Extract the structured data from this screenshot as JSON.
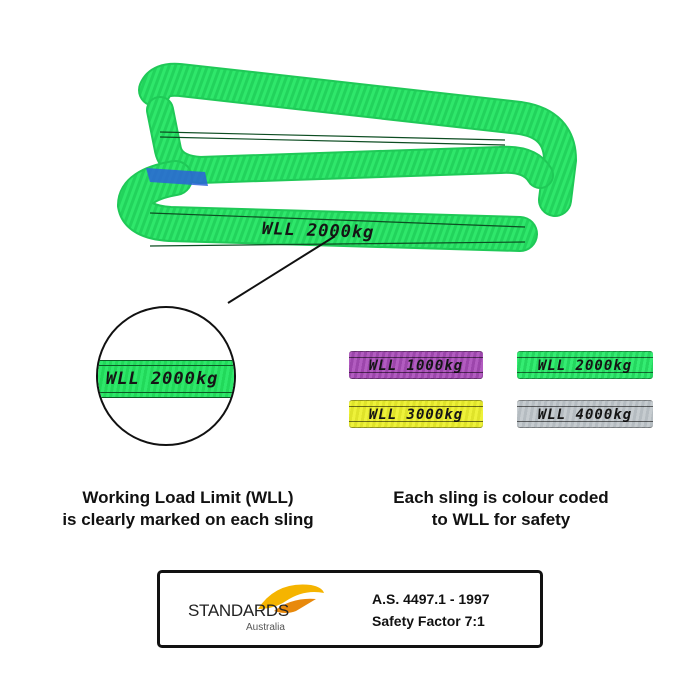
{
  "product": {
    "sling_label": "WLL 2000kg",
    "zoom_label": "WLL 2000kg"
  },
  "colour_codes": [
    {
      "label": "WLL 1000kg",
      "color": "#a650b5"
    },
    {
      "label": "WLL 2000kg",
      "color": "#2ee86a"
    },
    {
      "label": "WLL 3000kg",
      "color": "#e8ec34"
    },
    {
      "label": "WLL 4000kg",
      "color": "#bec4c9"
    }
  ],
  "captions": {
    "left_line1": "Working Load Limit (WLL)",
    "left_line2": "is clearly marked on each sling",
    "right_line1": "Each sling is colour coded",
    "right_line2": "to WLL for safety"
  },
  "standards": {
    "logo_name": "STANDARDS",
    "logo_sub": "Australia",
    "standard_ref": "A.S. 4497.1 - 1997",
    "safety_factor": "Safety Factor 7:1"
  },
  "colors": {
    "sling_green": "#2ee86a",
    "logo_yellow": "#f5b400",
    "logo_orange": "#e8890c"
  }
}
